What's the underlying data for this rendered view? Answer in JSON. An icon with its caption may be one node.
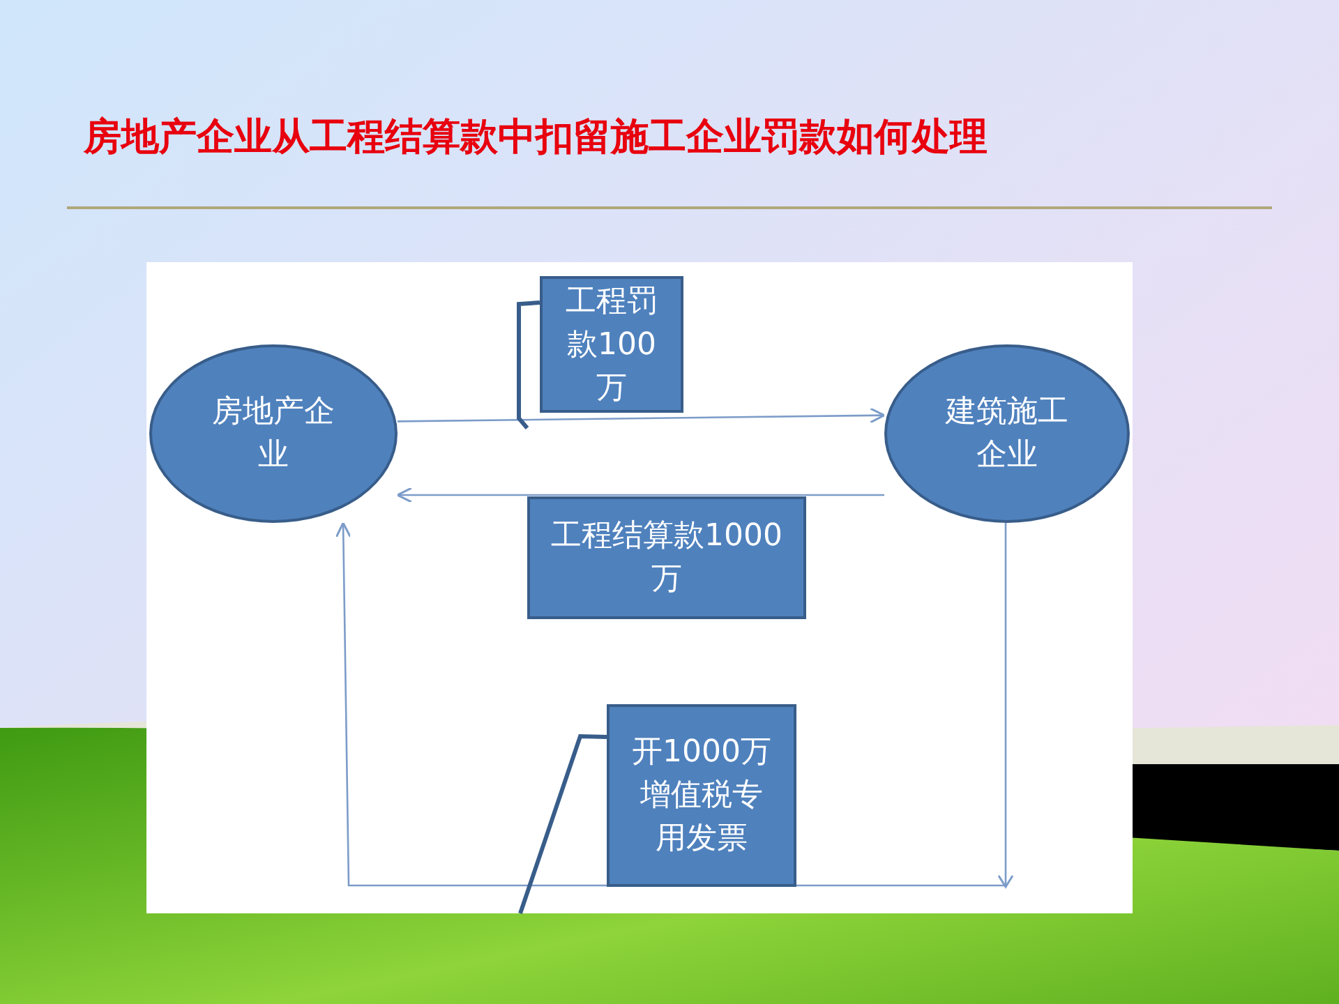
{
  "diagram": {
    "title": "房地产企业从工程结算款中扣留施工企业罚款如何处理",
    "nodes": [
      {
        "text": [
          "房地产企业"
        ]
      },
      {
        "text": [
          "建筑施工企业"
        ]
      },
      {
        "text": [
          "工程罚款100万"
        ]
      },
      {
        "text": [
          "工程结算款1000万"
        ]
      },
      {
        "text": [
          "开1000万增值税专用发票"
        ]
      }
    ],
    "edges": [
      {
        "from": 0,
        "to": 1,
        "arrow": "to"
      },
      {
        "from": 1,
        "to": 0,
        "arrow": "to"
      },
      {
        "from": 1,
        "to": 0,
        "arrow": "to"
      },
      {
        "from": 2,
        "to": null,
        "arrow": "none",
        "style": "thick",
        "color": "#385d8a"
      },
      {
        "from": 4,
        "to": null,
        "arrow": "none",
        "style": "thick",
        "color": "#385d8a"
      }
    ]
  }
}
